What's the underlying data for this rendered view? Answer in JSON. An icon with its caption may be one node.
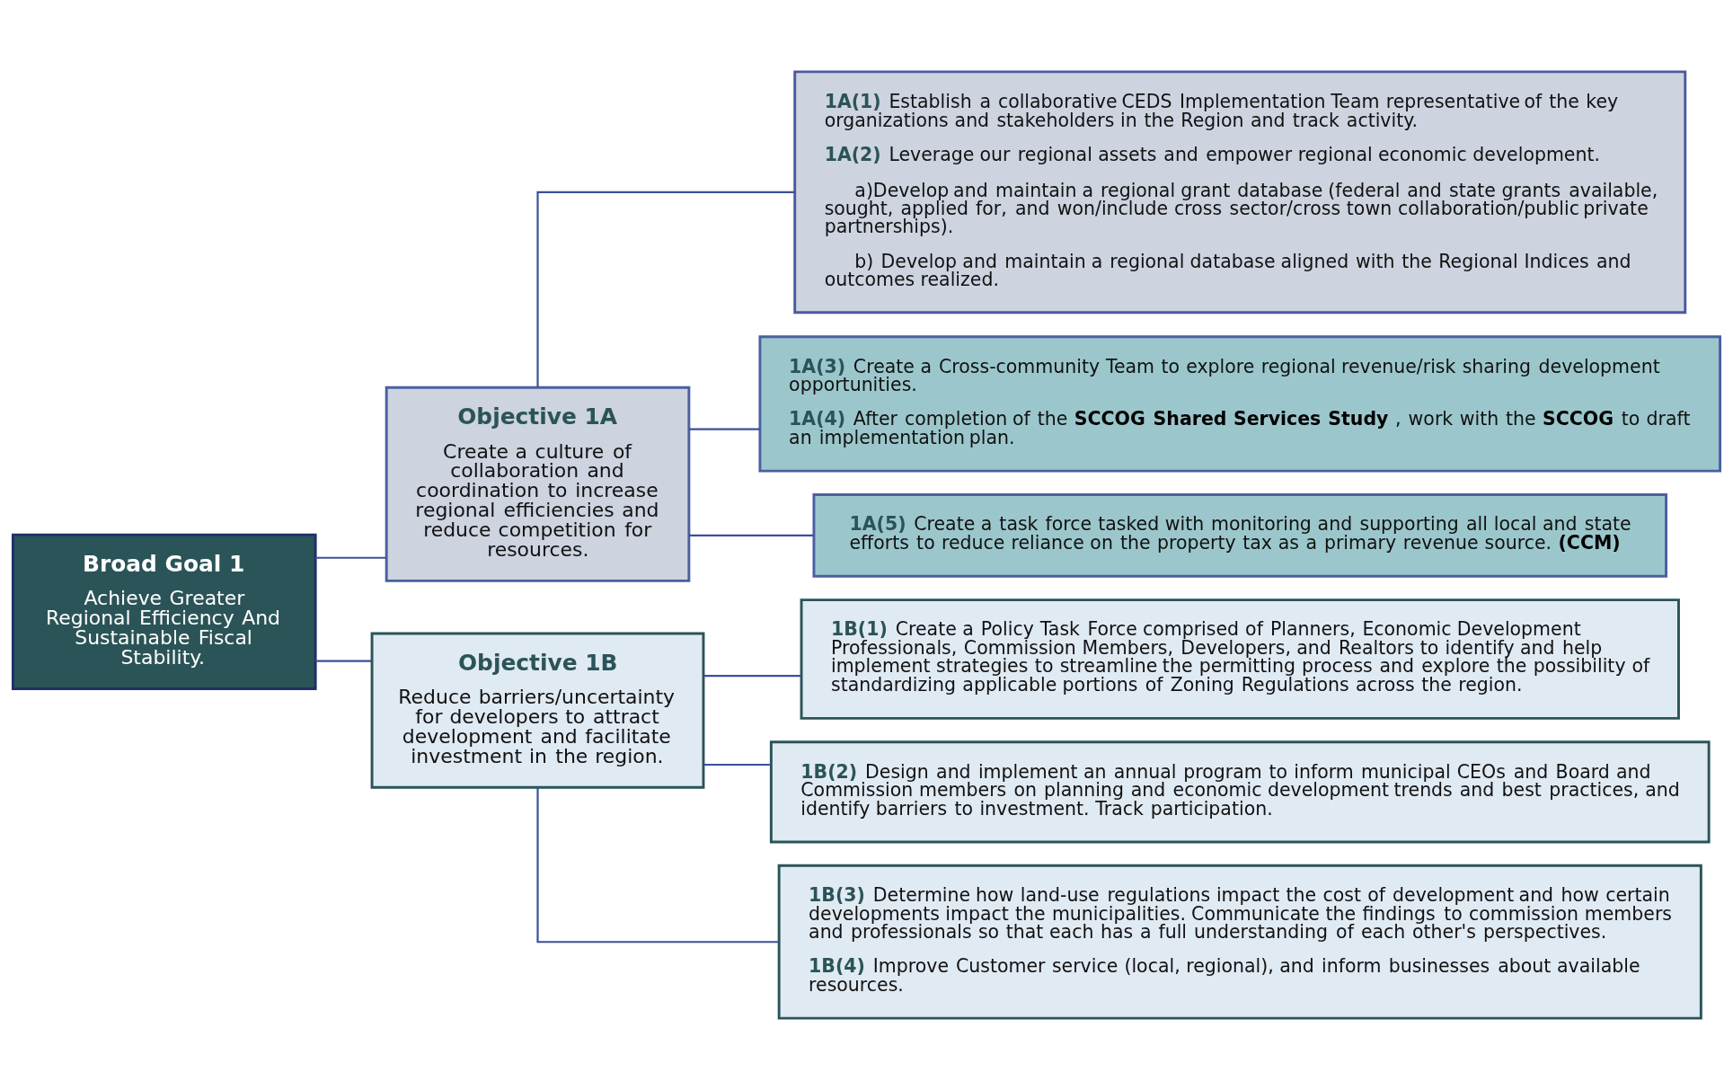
{
  "diagram": {
    "nodes": [
      {
        "text": [
          "Broad Goal 1",
          "Achieve Greater Regional Efficiency And Sustainable Fiscal Stability."
        ]
      },
      {
        "text": [
          "Objective 1A",
          "Create a culture of collaboration and coordination to increase regional efficiencies and reduce competition for resources."
        ]
      },
      {
        "text": [
          "Objective 1B",
          "Reduce barriers/uncertainty for developers to attract development and facilitate investment in the region."
        ]
      },
      {
        "text": [
          "**1A(1)** Establish a collaborative CEDS Implementation Team representative of the key organizations and stakeholders in the Region and track activity.",
          "**1A(2)** Leverage our regional assets and empower regional economic development.",
          "a)Develop and maintain a regional grant database (federal and state grants available, sought, applied for, and won/include cross sector/cross town collaboration/public private partnerships).",
          "b) Develop and maintain a regional database aligned with the Regional Indices and outcomes realized."
        ]
      },
      {
        "text": [
          "**1A(3)** Create a Cross-community Team to explore regional revenue/risk sharing development opportunities.",
          "**1A(4)** After completion of the **SCCOG Shared Services Study**, work with the **SCCOG** to draft an implementation plan."
        ]
      },
      {
        "text": [
          "**1A(5)** Create a task force tasked with monitoring and supporting all local and state efforts to reduce reliance on the property tax as a primary revenue source. **(CCM)**"
        ]
      },
      {
        "text": [
          "**1B(1)** Create a  Policy Task Force comprised of Planners, Economic Development Professionals, Commission Members, Developers, and Realtors to identify and help implement strategies to streamline the permitting process and explore the possibility of standardizing applicable portions of Zoning Regulations across the region."
        ]
      },
      {
        "text": [
          "**1B(2)** Design and implement an annual program to inform municipal CEOs and Board and Commission members on planning and economic development trends and best practices, and identify barriers to investment. Track participation."
        ]
      },
      {
        "text": [
          "**1B(3)** Determine how land-use regulations impact the cost of development and how certain developments impact the municipalities.  Communicate the findings to commission members and professionals so that each has a full understanding of each other's perspectives.",
          "**1B(4)** Improve Customer service (local, regional), and inform businesses about available resources."
        ]
      }
    ],
    "edges": [
      {
        "from": 0,
        "to": 1,
        "arrow": "none"
      },
      {
        "from": 0,
        "to": 2,
        "arrow": "none"
      },
      {
        "from": 1,
        "to": 3,
        "arrow": "none"
      },
      {
        "from": 1,
        "to": 4,
        "arrow": "none"
      },
      {
        "from": 1,
        "to": 5,
        "arrow": "none"
      },
      {
        "from": 2,
        "to": 6,
        "arrow": "none"
      },
      {
        "from": 2,
        "to": 7,
        "arrow": "none"
      },
      {
        "from": 2,
        "to": 8,
        "arrow": "none"
      }
    ]
  }
}
